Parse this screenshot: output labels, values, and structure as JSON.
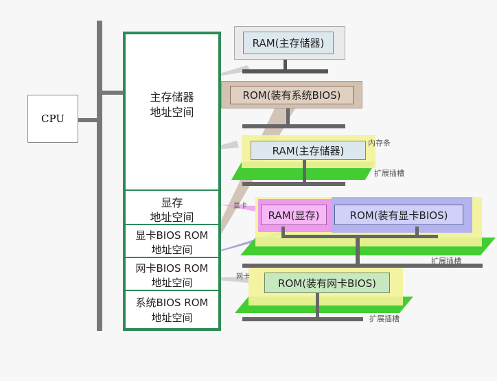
{
  "cpu": {
    "label": "CPU"
  },
  "address_space": {
    "main_memory": [
      "主存储器",
      "地址空间"
    ],
    "video_memory": [
      "显存",
      "地址空间"
    ],
    "video_bios": [
      "显卡BIOS ROM",
      "地址空间"
    ],
    "nic_bios": [
      "网卡BIOS ROM",
      "地址空间"
    ],
    "system_bios": [
      "系统BIOS ROM",
      "地址空间"
    ]
  },
  "devices": {
    "ram_top": "RAM(主存储器)",
    "rom_system": "ROM(装有系统BIOS)",
    "ram_stick": "RAM(主存储器)",
    "ram_video": "RAM(显存)",
    "rom_video": "ROM(装有显卡BIOS)",
    "rom_nic": "ROM(装有网卡BIOS)"
  },
  "annotations": {
    "memory_stick": "内存条",
    "slot1": "扩展插槽",
    "slot2": "扩展插槽",
    "slot3": "扩展插槽",
    "video_card": "显卡",
    "network_card": "网卡"
  },
  "colors": {
    "bus": "#777777",
    "address_space_border": "#2e8b57",
    "green_board": "#44cc33",
    "yellow_card": "#f2f299",
    "blue_chip": "#b3b3ee",
    "pink_chip": "#ee99ee",
    "rom_brown": "#d4c1b0",
    "ram_blue": "#dde8ee"
  }
}
